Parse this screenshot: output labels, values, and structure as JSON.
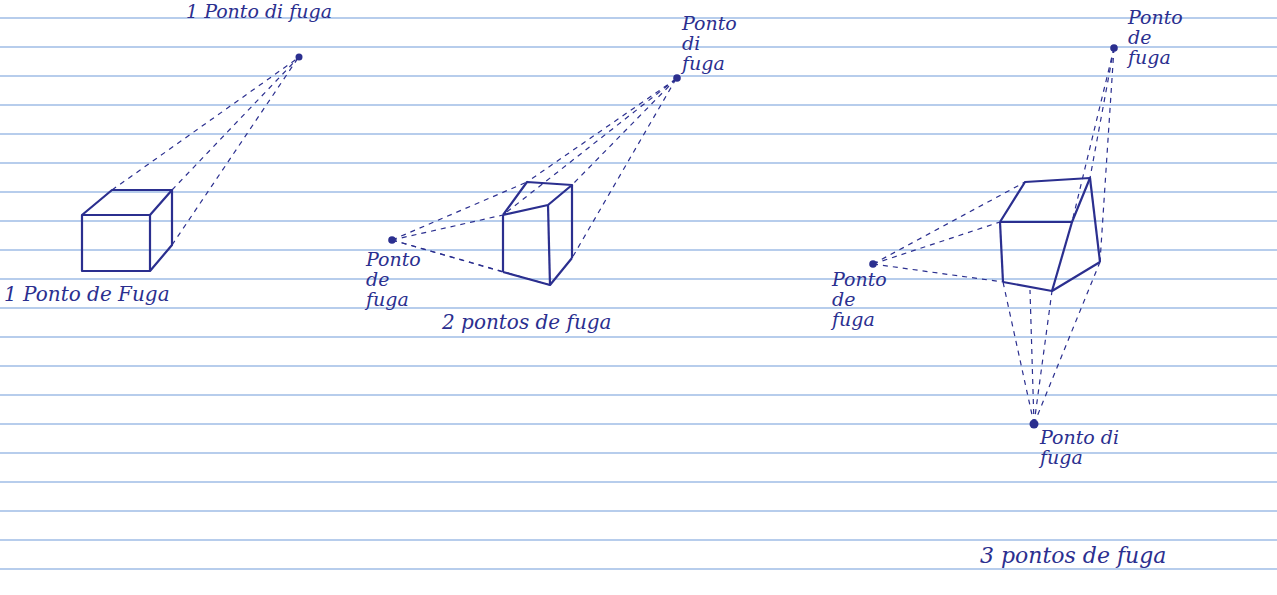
{
  "diagram": {
    "labels": [
      "1 Ponto di fuga",
      "Ponto di fuga",
      "1 Ponto de Fuga",
      "Ponto de fuga",
      "2 pontos de fuga",
      "Ponto de fuga",
      "Ponto de fuga",
      "Ponto di fuga",
      "3 pontos de fuga"
    ]
  }
}
